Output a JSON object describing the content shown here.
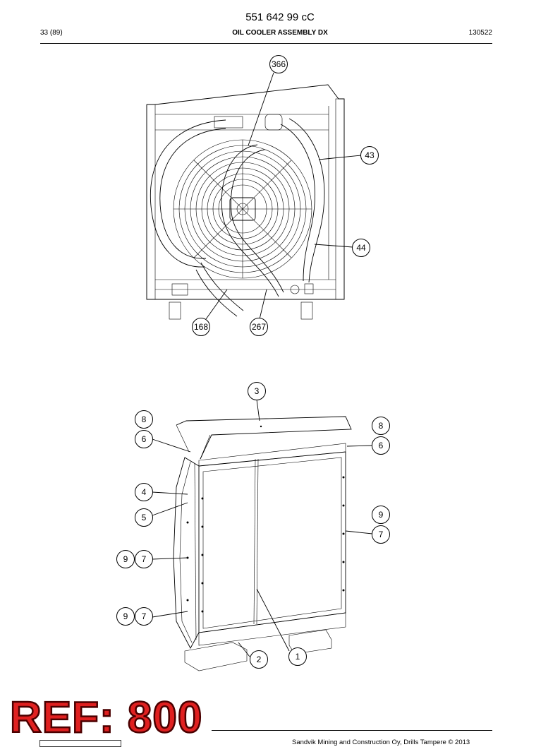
{
  "header": {
    "doc_number": "551 642 99 cC",
    "page_count": "33 (89)",
    "title": "OIL COOLER ASSEMBLY DX",
    "date": "130522"
  },
  "figure_top": {
    "callouts": [
      "366",
      "43",
      "44",
      "168",
      "267"
    ]
  },
  "figure_bottom": {
    "callouts": [
      "3",
      "8",
      "6",
      "8",
      "6",
      "4",
      "5",
      "9",
      "7",
      "9",
      "7",
      "9",
      "7",
      "2",
      "1"
    ]
  },
  "footer": {
    "copyright": "Sandvik Mining and Construction Oy, Drills Tampere © 2013",
    "stamp": "REF: 800"
  }
}
